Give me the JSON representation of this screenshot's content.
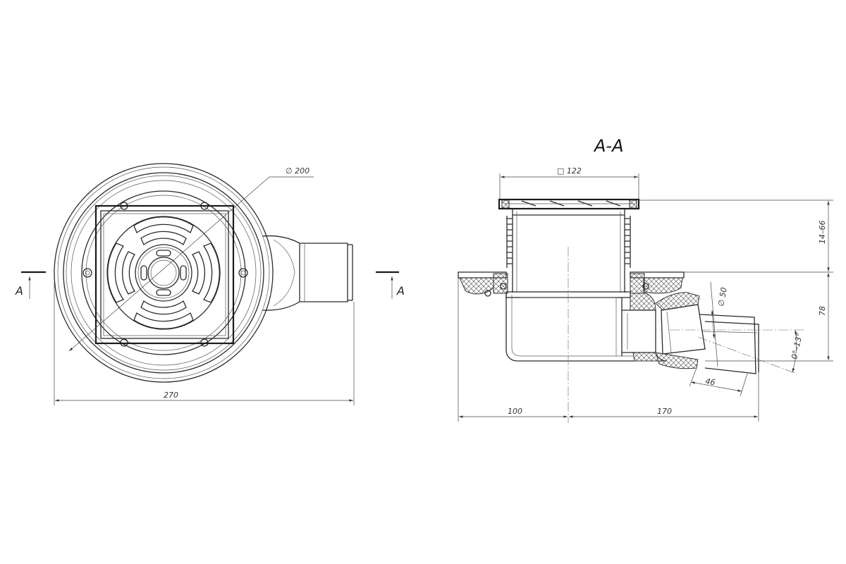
{
  "section_title": "A-A",
  "section_marks": {
    "left": "A",
    "right": "A"
  },
  "dimensions": {
    "outer_diameter": "∅ 200",
    "overall_width": "270",
    "grate_size": "□ 122",
    "height_adjust": "14–66",
    "body_height": "78",
    "outlet_diameter": "∅ 50",
    "outlet_angle": "0°–13°",
    "outlet_length": "46",
    "left_offset": "100",
    "right_offset": "170"
  },
  "colors": {
    "line": "#2a2a2a",
    "background": "#ffffff"
  }
}
